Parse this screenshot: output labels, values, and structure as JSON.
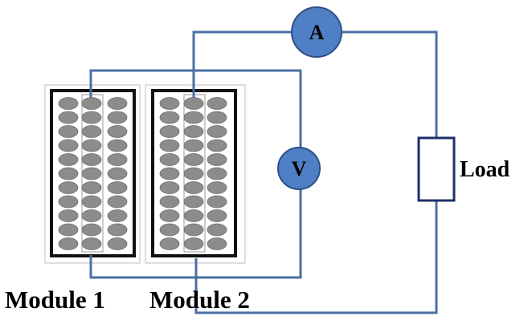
{
  "modules": [
    {
      "label": "Module 1"
    },
    {
      "label": "Module 2"
    }
  ],
  "meters": {
    "ammeter": {
      "letter": "A"
    },
    "voltmeter": {
      "letter": "V"
    }
  },
  "load": {
    "label": "Load"
  },
  "colors": {
    "wire": "#4a6fa5",
    "meter_fill": "#4f7fc4",
    "meter_stroke": "#2d4f86",
    "cell": "#8c8c8c",
    "frame": "#111111"
  }
}
